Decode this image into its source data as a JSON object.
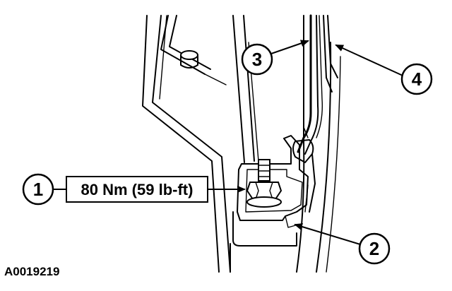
{
  "callouts": [
    {
      "number": "1"
    },
    {
      "number": "2"
    },
    {
      "number": "3"
    },
    {
      "number": "4"
    }
  ],
  "torque_label": "80 Nm (59 lb-ft)",
  "figure_id": "A0019219",
  "colors": {
    "ink": "#000000",
    "background": "#ffffff"
  }
}
